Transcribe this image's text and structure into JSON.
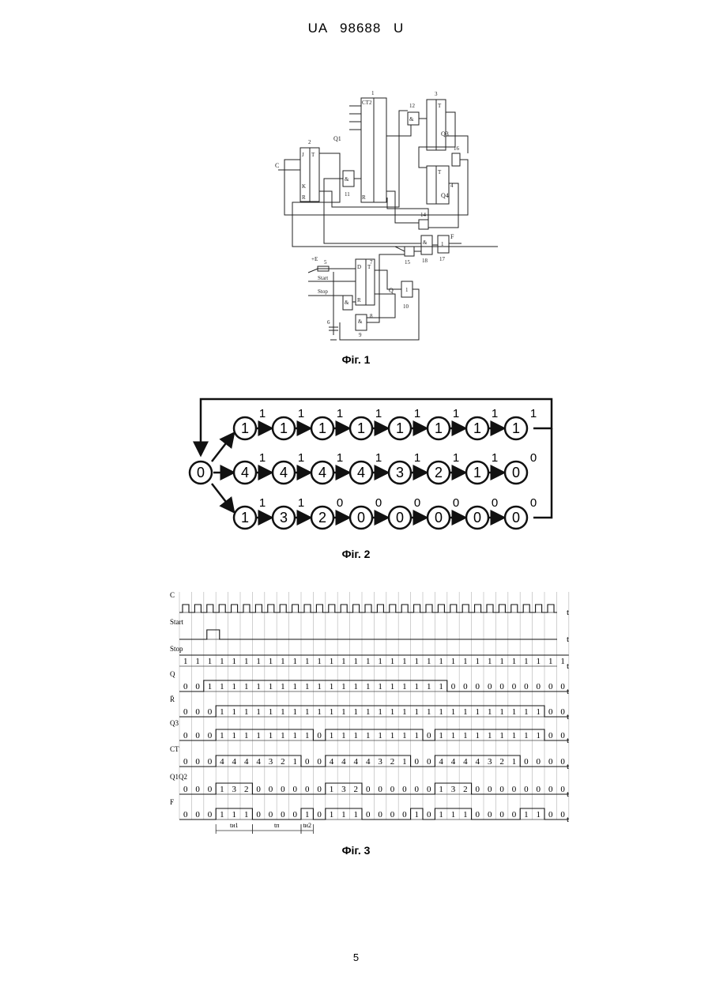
{
  "header": "UA 98688 U",
  "figure1": {
    "caption": "Фіг. 1",
    "labels": {
      "n1": "1",
      "n2": "2",
      "n3": "3",
      "n4": "4",
      "n5": "5",
      "n6": "6",
      "n7": "7",
      "n8": "8",
      "n9": "9",
      "n10": "10",
      "n11": "11",
      "n12": "12",
      "n14": "14",
      "n15": "15",
      "n16": "16",
      "n17": "17",
      "n18": "18",
      "c_in": "C",
      "q1": "Q1",
      "q3": "Q3",
      "q4": "Q4",
      "f_out": "F",
      "q_out": "Q",
      "start": "Start",
      "stop": "Stop",
      "plusE": "+E",
      "ct2": "CT2",
      "and": "&",
      "one": "1",
      "j": "J",
      "t": "T",
      "k": "K",
      "r": "R",
      "d": "D"
    }
  },
  "figure2": {
    "caption": "Фіг. 2",
    "start_node": "0",
    "rows": [
      {
        "nodes": [
          "1",
          "1",
          "1",
          "1",
          "1",
          "1",
          "1",
          "1"
        ],
        "edges": [
          "1",
          "1",
          "1",
          "1",
          "1",
          "1",
          "1",
          "1"
        ]
      },
      {
        "nodes": [
          "4",
          "4",
          "4",
          "4",
          "3",
          "2",
          "1",
          "0"
        ],
        "edges": [
          "1",
          "1",
          "1",
          "1",
          "1",
          "1",
          "1",
          "0"
        ]
      },
      {
        "nodes": [
          "1",
          "3",
          "2",
          "0",
          "0",
          "0",
          "0",
          "0"
        ],
        "edges": [
          "1",
          "1",
          "0",
          "0",
          "0",
          "0",
          "0",
          "0"
        ]
      }
    ]
  },
  "figure3": {
    "caption": "Фіг. 3",
    "axis_label": "t",
    "signals": [
      {
        "name": "C",
        "values": []
      },
      {
        "name": "Start",
        "values": []
      },
      {
        "name": "Stop",
        "values": [
          "1",
          "1",
          "1",
          "1",
          "1",
          "1",
          "1",
          "1",
          "1",
          "1",
          "1",
          "1",
          "1",
          "1",
          "1",
          "1",
          "1",
          "1",
          "1",
          "1",
          "1",
          "1",
          "1",
          "1",
          "1",
          "1",
          "1",
          "1",
          "1",
          "1",
          "1",
          "1"
        ]
      },
      {
        "name": "Q",
        "values": [
          "0",
          "0",
          "1",
          "1",
          "1",
          "1",
          "1",
          "1",
          "1",
          "1",
          "1",
          "1",
          "1",
          "1",
          "1",
          "1",
          "1",
          "1",
          "1",
          "1",
          "1",
          "1",
          "0",
          "0",
          "0",
          "0",
          "0",
          "0",
          "0",
          "0",
          "0",
          "0"
        ]
      },
      {
        "name": "R̄",
        "values": [
          "0",
          "0",
          "0",
          "1",
          "1",
          "1",
          "1",
          "1",
          "1",
          "1",
          "1",
          "1",
          "1",
          "1",
          "1",
          "1",
          "1",
          "1",
          "1",
          "1",
          "1",
          "1",
          "1",
          "1",
          "1",
          "1",
          "1",
          "1",
          "1",
          "1",
          "0",
          "0"
        ]
      },
      {
        "name": "Q3",
        "values": [
          "0",
          "0",
          "0",
          "1",
          "1",
          "1",
          "1",
          "1",
          "1",
          "1",
          "1",
          "0",
          "1",
          "1",
          "1",
          "1",
          "1",
          "1",
          "1",
          "1",
          "0",
          "1",
          "1",
          "1",
          "1",
          "1",
          "1",
          "1",
          "1",
          "1",
          "0",
          "0"
        ]
      },
      {
        "name": "CT",
        "values": [
          "0",
          "0",
          "0",
          "4",
          "4",
          "4",
          "4",
          "3",
          "2",
          "1",
          "0",
          "0",
          "4",
          "4",
          "4",
          "4",
          "3",
          "2",
          "1",
          "0",
          "0",
          "4",
          "4",
          "4",
          "4",
          "3",
          "2",
          "1",
          "0",
          "0",
          "0",
          "0"
        ]
      },
      {
        "name": "Q1Q2",
        "values": [
          "0",
          "0",
          "0",
          "1",
          "3",
          "2",
          "0",
          "0",
          "0",
          "0",
          "0",
          "0",
          "1",
          "3",
          "2",
          "0",
          "0",
          "0",
          "0",
          "0",
          "0",
          "1",
          "3",
          "2",
          "0",
          "0",
          "0",
          "0",
          "0",
          "0",
          "0",
          "0"
        ]
      },
      {
        "name": "F",
        "values": [
          "0",
          "0",
          "0",
          "1",
          "1",
          "1",
          "0",
          "0",
          "0",
          "0",
          "1",
          "0",
          "1",
          "1",
          "1",
          "0",
          "0",
          "0",
          "0",
          "1",
          "0",
          "1",
          "1",
          "1",
          "0",
          "0",
          "0",
          "0",
          "1",
          "1",
          "0",
          "0"
        ]
      }
    ],
    "intervals": [
      "tи1",
      "tп",
      "tи2"
    ]
  },
  "page_number": "5"
}
